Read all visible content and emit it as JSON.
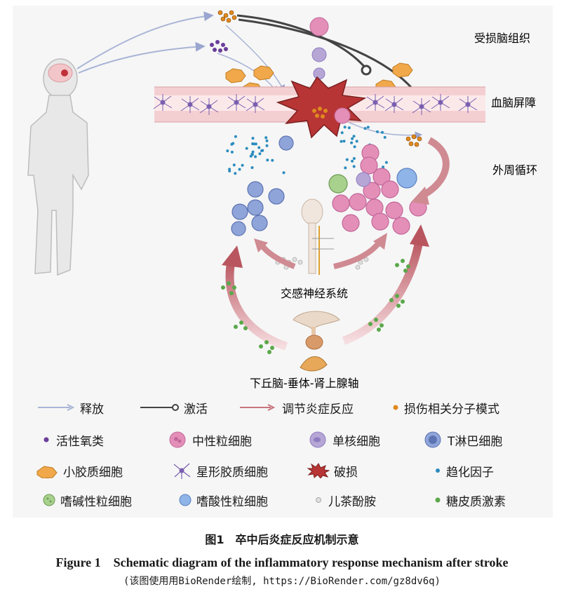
{
  "region_labels": {
    "damaged_tissue": "受损脑组织",
    "bbb": "血脑屏障",
    "peripheral": "外周循环",
    "sympathetic": "交感神经系统",
    "hpa": "下丘脑-垂体-肾上腺轴"
  },
  "legend": [
    {
      "icon": "release-arrow-icon",
      "label": "释放"
    },
    {
      "icon": "activation-line-icon",
      "label": "激活"
    },
    {
      "icon": "regulation-arrow-icon",
      "label": "调节炎症反应"
    },
    {
      "icon": "damp-dot-icon",
      "label": "损伤相关分子模式"
    },
    {
      "icon": "ros-dot-icon",
      "label": "活性氧类"
    },
    {
      "icon": "neutrophil-icon",
      "label": "中性粒细胞"
    },
    {
      "icon": "monocyte-icon",
      "label": "单核细胞"
    },
    {
      "icon": "t-lymphocyte-icon",
      "label": "T淋巴细胞"
    },
    {
      "icon": "microglia-icon",
      "label": "小胶质细胞"
    },
    {
      "icon": "astrocyte-icon",
      "label": "星形胶质细胞"
    },
    {
      "icon": "damage-burst-icon",
      "label": "破损"
    },
    {
      "icon": "chemokine-dot-icon",
      "label": "趋化因子"
    },
    {
      "icon": "basophil-icon",
      "label": "嗜碱性粒细胞"
    },
    {
      "icon": "eosinophil-icon",
      "label": "嗜酸性粒细胞"
    },
    {
      "icon": "catecholamine-dot-icon",
      "label": "儿茶酚胺"
    },
    {
      "icon": "glucocorticoid-dot-icon",
      "label": "糖皮质激素"
    }
  ],
  "caption": {
    "cn": "图1　卒中后炎症反应机制示意",
    "en": "Figure 1　Schematic diagram of the inflammatory response mechanism after stroke",
    "credit": "(该图使用用BioRender绘制, https://BioRender.com/gz8dv6q)"
  },
  "colors": {
    "neutrophil": "#e48fb8",
    "monocyte": "#b5a6d6",
    "t_cell": "#8fa4d8",
    "microglia": "#f0a84a",
    "astrocyte": "#7a5fb0",
    "damage": "#b83535",
    "chemokine": "#2b8cbe",
    "basophil": "#a9d18e",
    "eosinophil": "#8fb4e8",
    "catecholamine": "#cccccc",
    "glucocorticoid": "#5aa84a",
    "damp": "#e08a1e",
    "ros": "#6a3d9a",
    "regulation_arrow": "#c8737d",
    "release_arrow": "#a9b4d6",
    "bbb_band": "#f4cfd2"
  }
}
